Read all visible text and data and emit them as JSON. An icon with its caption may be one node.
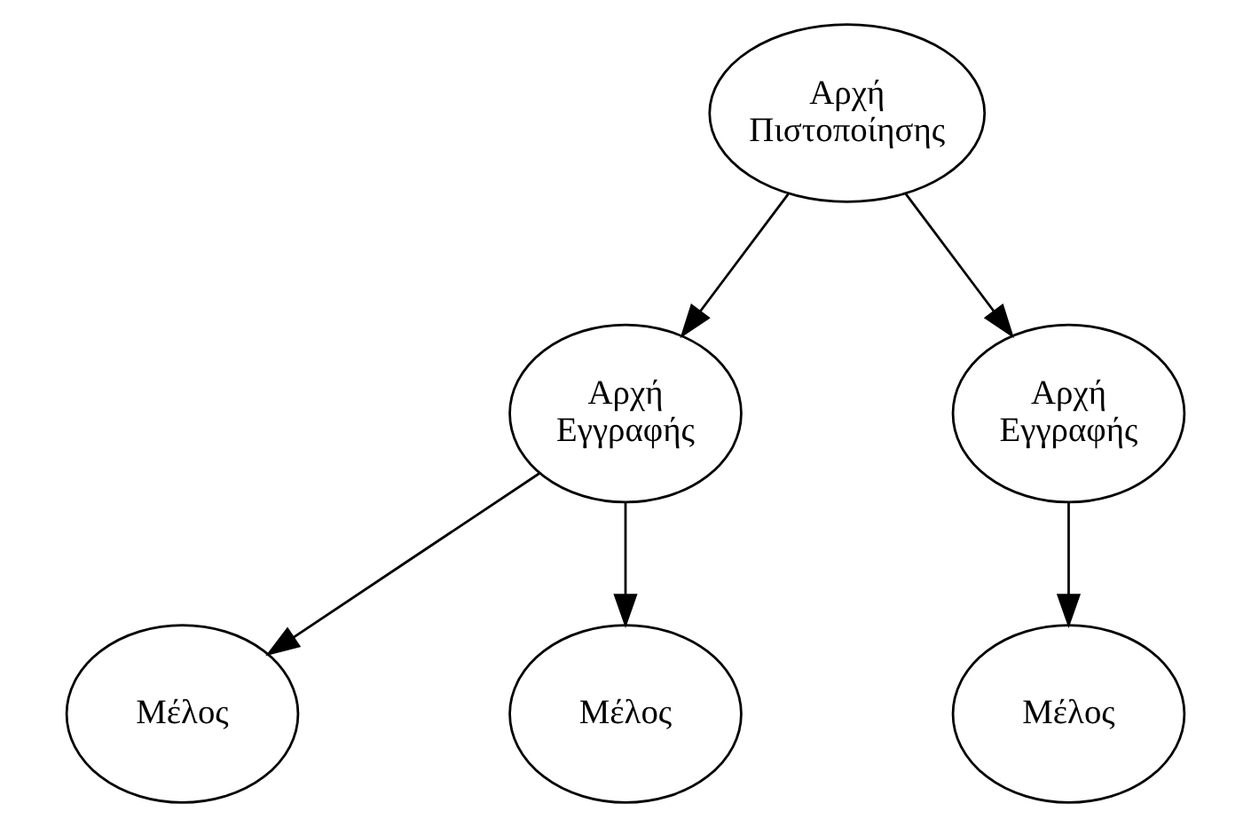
{
  "diagram": {
    "nodes": [
      {
        "text": [
          "Αρχή Πιστοποίησης"
        ]
      },
      {
        "text": [
          "Αρχή Εγγραφής"
        ]
      },
      {
        "text": [
          "Αρχή Εγγραφής"
        ]
      },
      {
        "text": [
          "Μέλος"
        ]
      },
      {
        "text": [
          "Μέλος"
        ]
      },
      {
        "text": [
          "Μέλος"
        ]
      }
    ],
    "edges": [
      {
        "from": 0,
        "to": 1,
        "arrow": "to"
      },
      {
        "from": 0,
        "to": 2,
        "arrow": "to"
      },
      {
        "from": 1,
        "to": 3,
        "arrow": "to"
      },
      {
        "from": 1,
        "to": 4,
        "arrow": "to"
      },
      {
        "from": 2,
        "to": 5,
        "arrow": "to"
      }
    ]
  }
}
